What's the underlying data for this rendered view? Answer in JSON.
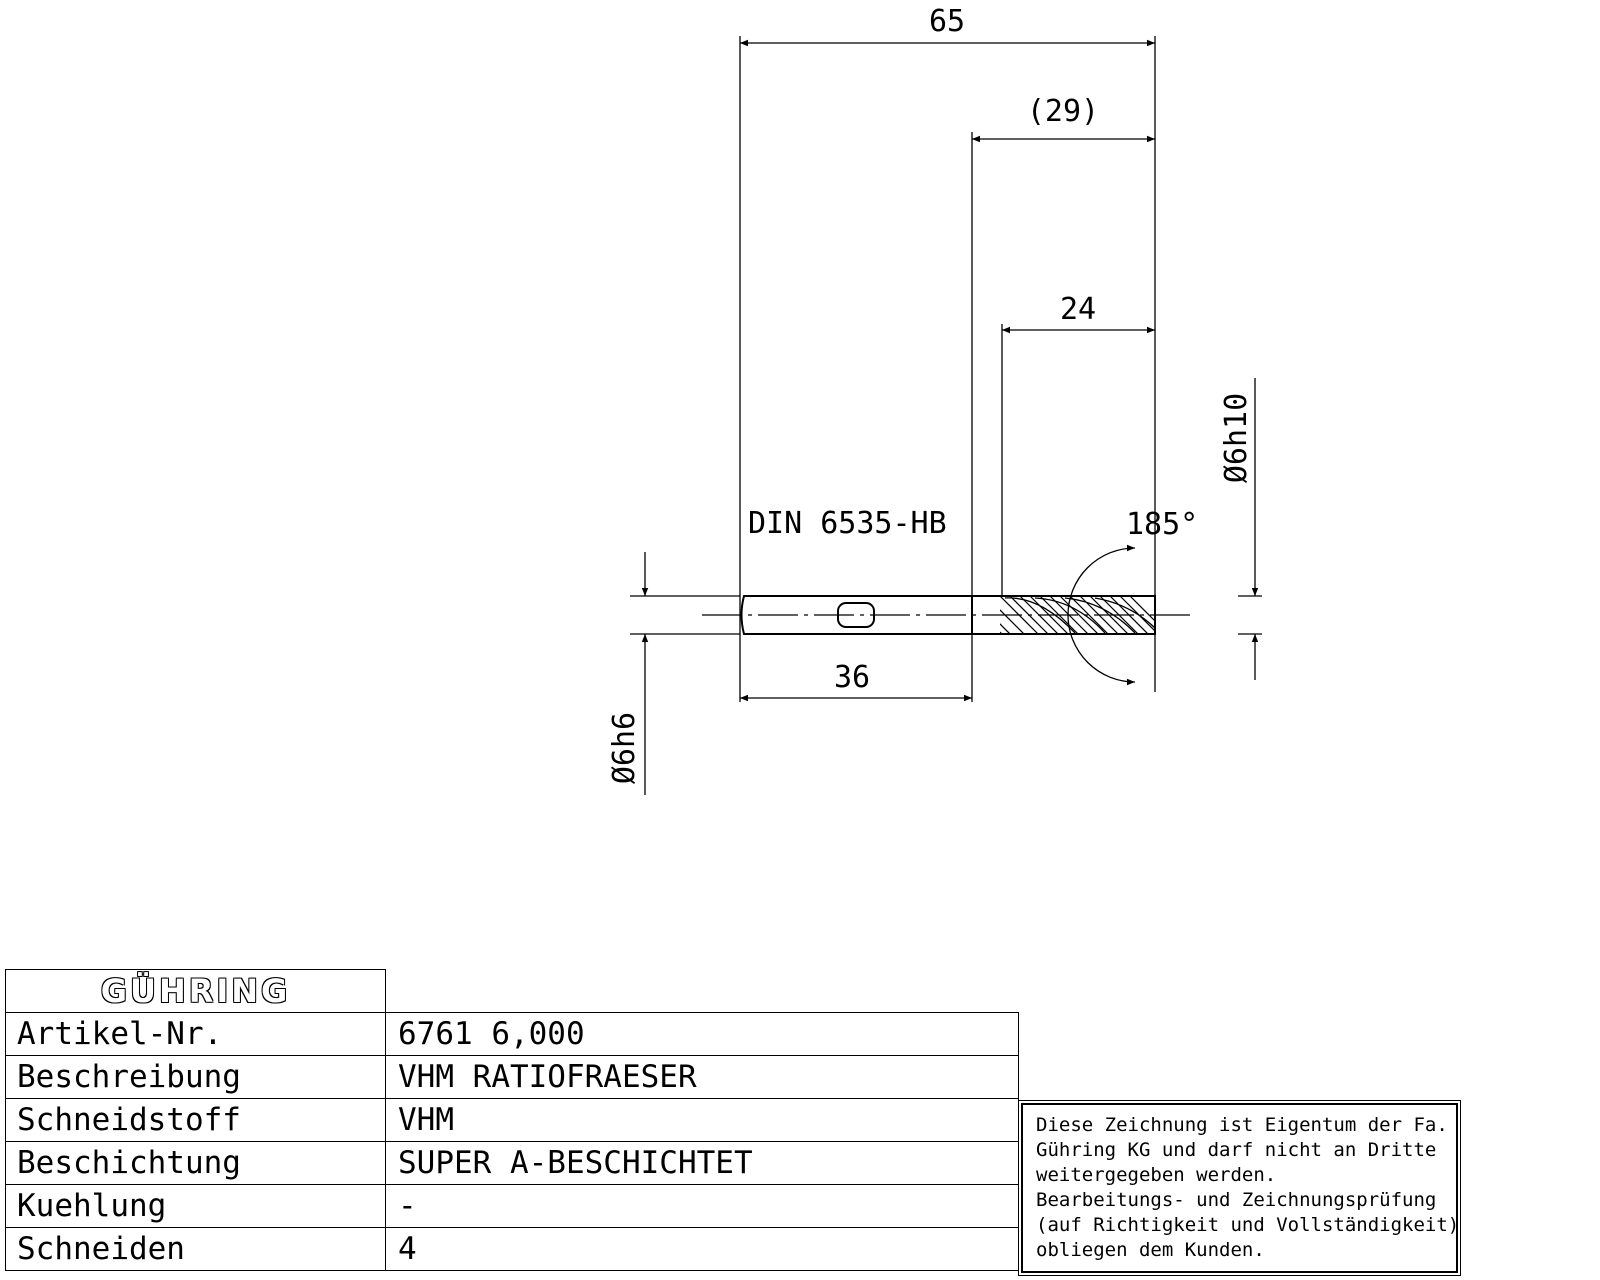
{
  "drawing": {
    "dimensions": {
      "overall_length": "65",
      "flute_reference_length": "(29)",
      "cutting_length": "24",
      "shank_length": "36",
      "cutting_diameter": "Ø6h10",
      "shank_diameter": "Ø6h6",
      "point_angle": "185°"
    },
    "standard_label": "DIN 6535-HB"
  },
  "title_block": {
    "logo": "GÜHRING",
    "rows": [
      {
        "key": "Artikel-Nr.",
        "value": "6761 6,000"
      },
      {
        "key": "Beschreibung",
        "value": "VHM RATIOFRAESER"
      },
      {
        "key": "Schneidstoff",
        "value": "VHM"
      },
      {
        "key": "Beschichtung",
        "value": "SUPER A-BESCHICHTET"
      },
      {
        "key": "Kuehlung",
        "value": "-"
      },
      {
        "key": "Schneiden",
        "value": "4"
      }
    ]
  },
  "notice": {
    "lines": [
      "Diese Zeichnung ist Eigentum der Fa.",
      "Gühring KG und darf nicht an Dritte",
      "weitergegeben werden.",
      "Bearbeitungs- und Zeichnungsprüfung",
      "(auf Richtigkeit und Vollständigkeit)",
      "obliegen dem Kunden."
    ]
  }
}
